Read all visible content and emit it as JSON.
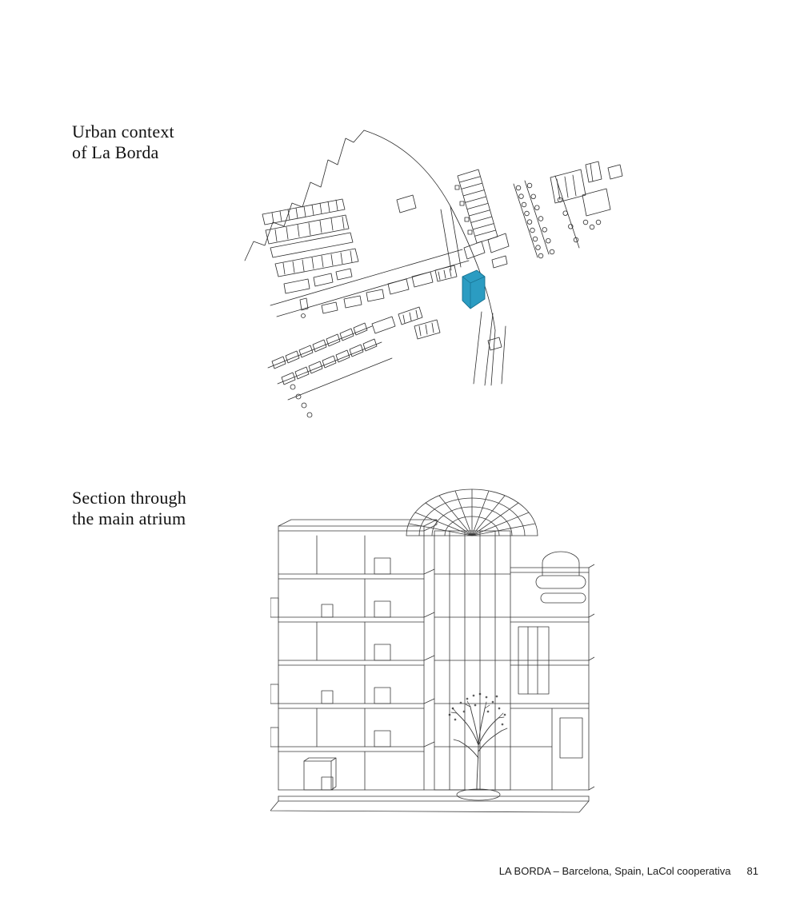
{
  "captions": {
    "urban": {
      "line1": "Urban context",
      "line2": "of La Borda"
    },
    "section": {
      "line1": "Section through",
      "line2": "the main atrium"
    }
  },
  "footer": {
    "caption": "LA BORDA – Barcelona, Spain, LaCol cooperativa",
    "page_number": "81"
  },
  "colors": {
    "highlight_building": "#2b9cc2",
    "line": "#2b2b2b",
    "background": "#ffffff"
  }
}
